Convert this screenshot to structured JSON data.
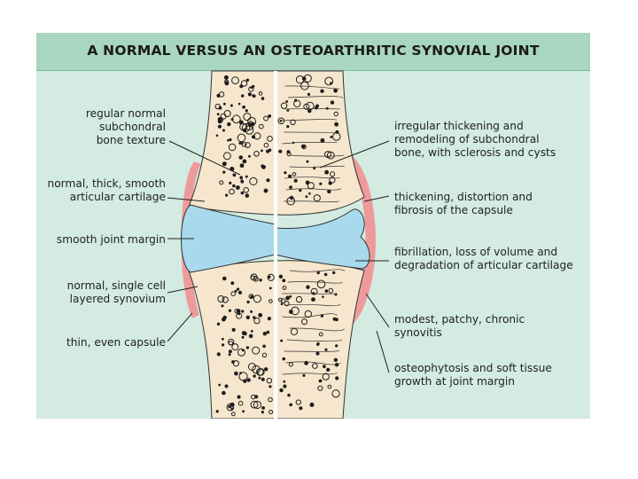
{
  "title": "A NORMAL VERSUS AN OSTEOARTHRITIC SYNOVIAL JOINT",
  "colors": {
    "background": "#d3ebe0",
    "title_bar": "#a9d6c1",
    "bone": "#f5e6cd",
    "capsule": "#ee9a9c",
    "cartilage_fluid": "#a9d9ec",
    "marrow_spots": "#1c1c1c"
  },
  "labels_left": [
    "regular normal\nsubchondral\nbone texture",
    "normal, thick, smooth\narticular cartilage",
    "smooth joint margin",
    "normal, single cell\nlayered synovium",
    "thin, even capsule"
  ],
  "labels_right": [
    "irregular thickening and\nremodeling of subchondral\nbone, with sclerosis and cysts",
    "thickening, distortion and\nfibrosis of the capsule",
    "fibrillation, loss of volume and\ndegradation of articular cartilage",
    "modest, patchy, chronic\nsynovitis",
    "osteophytosis and soft tissue\ngrowth at joint margin"
  ]
}
